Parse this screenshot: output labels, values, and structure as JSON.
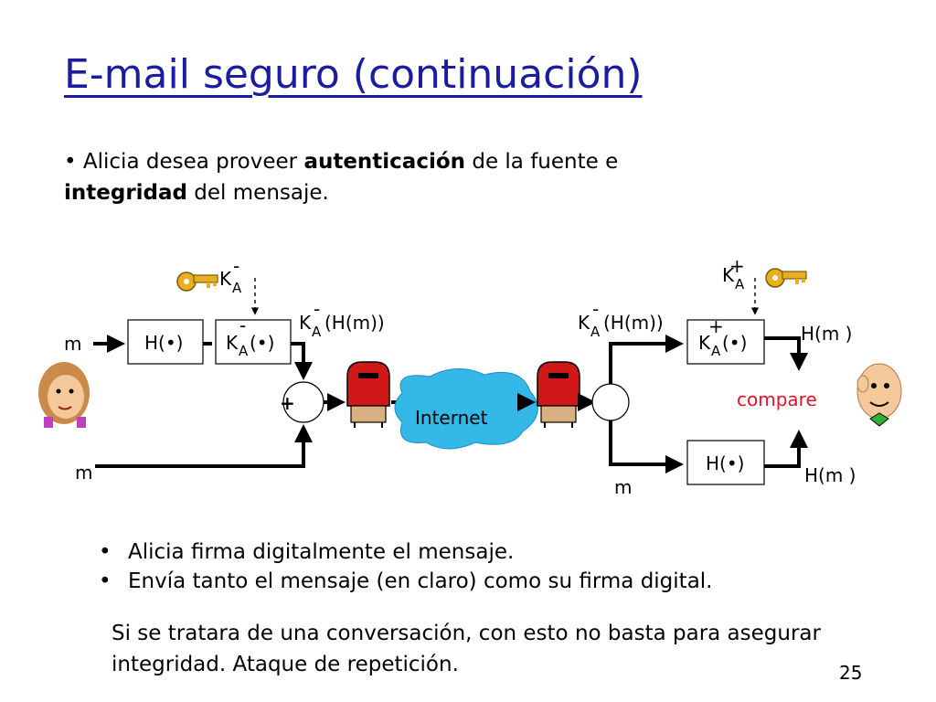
{
  "title": "E-mail seguro (continuación)",
  "intro": {
    "bullet": "•",
    "p1": " Alicia desea proveer ",
    "b1": "autenticación",
    "p2": " de la fuente e ",
    "b2": "integridad",
    "p3": " del mensaje."
  },
  "diagram": {
    "sender": {
      "m_top": "m",
      "m_bottom": "m",
      "hash_box": "H(•)",
      "sign_box_k": "K",
      "sign_box_sub": "A",
      "sign_box_sup": "-",
      "sign_box_tail": "(•)",
      "key_k": "K",
      "key_sub": "A",
      "key_sup": "-",
      "signed_k": "K",
      "signed_sub": "A",
      "signed_sup": "-",
      "signed_tail": "(H(m))",
      "plus": "+"
    },
    "internet": "Internet",
    "receiver": {
      "signed_k": "K",
      "signed_sub": "A",
      "signed_sup": "-",
      "signed_tail": "(H(m))",
      "key_k": "K",
      "key_sub": "A",
      "key_sup": "+",
      "verify_box_k": "K",
      "verify_box_sub": "A",
      "verify_box_sup": "+",
      "verify_box_tail": "(•)",
      "hm_top": "H(m )",
      "compare": "compare",
      "hash_box": "H(•)",
      "hm_bottom": "H(m )",
      "m_bottom": "m"
    },
    "colors": {
      "internet_cloud": "#33b8e8",
      "compare_text": "#e8102a",
      "mailbox": "#d01818",
      "key": "#e8b020"
    }
  },
  "bullets": [
    "Alicia firma digitalmente el mensaje.",
    "Envía tanto el mensaje (en claro) como su firma digital."
  ],
  "note": "Si se tratara de una conversación, con esto no basta para asegurar integridad. Ataque de repetición.",
  "page_number": "25"
}
